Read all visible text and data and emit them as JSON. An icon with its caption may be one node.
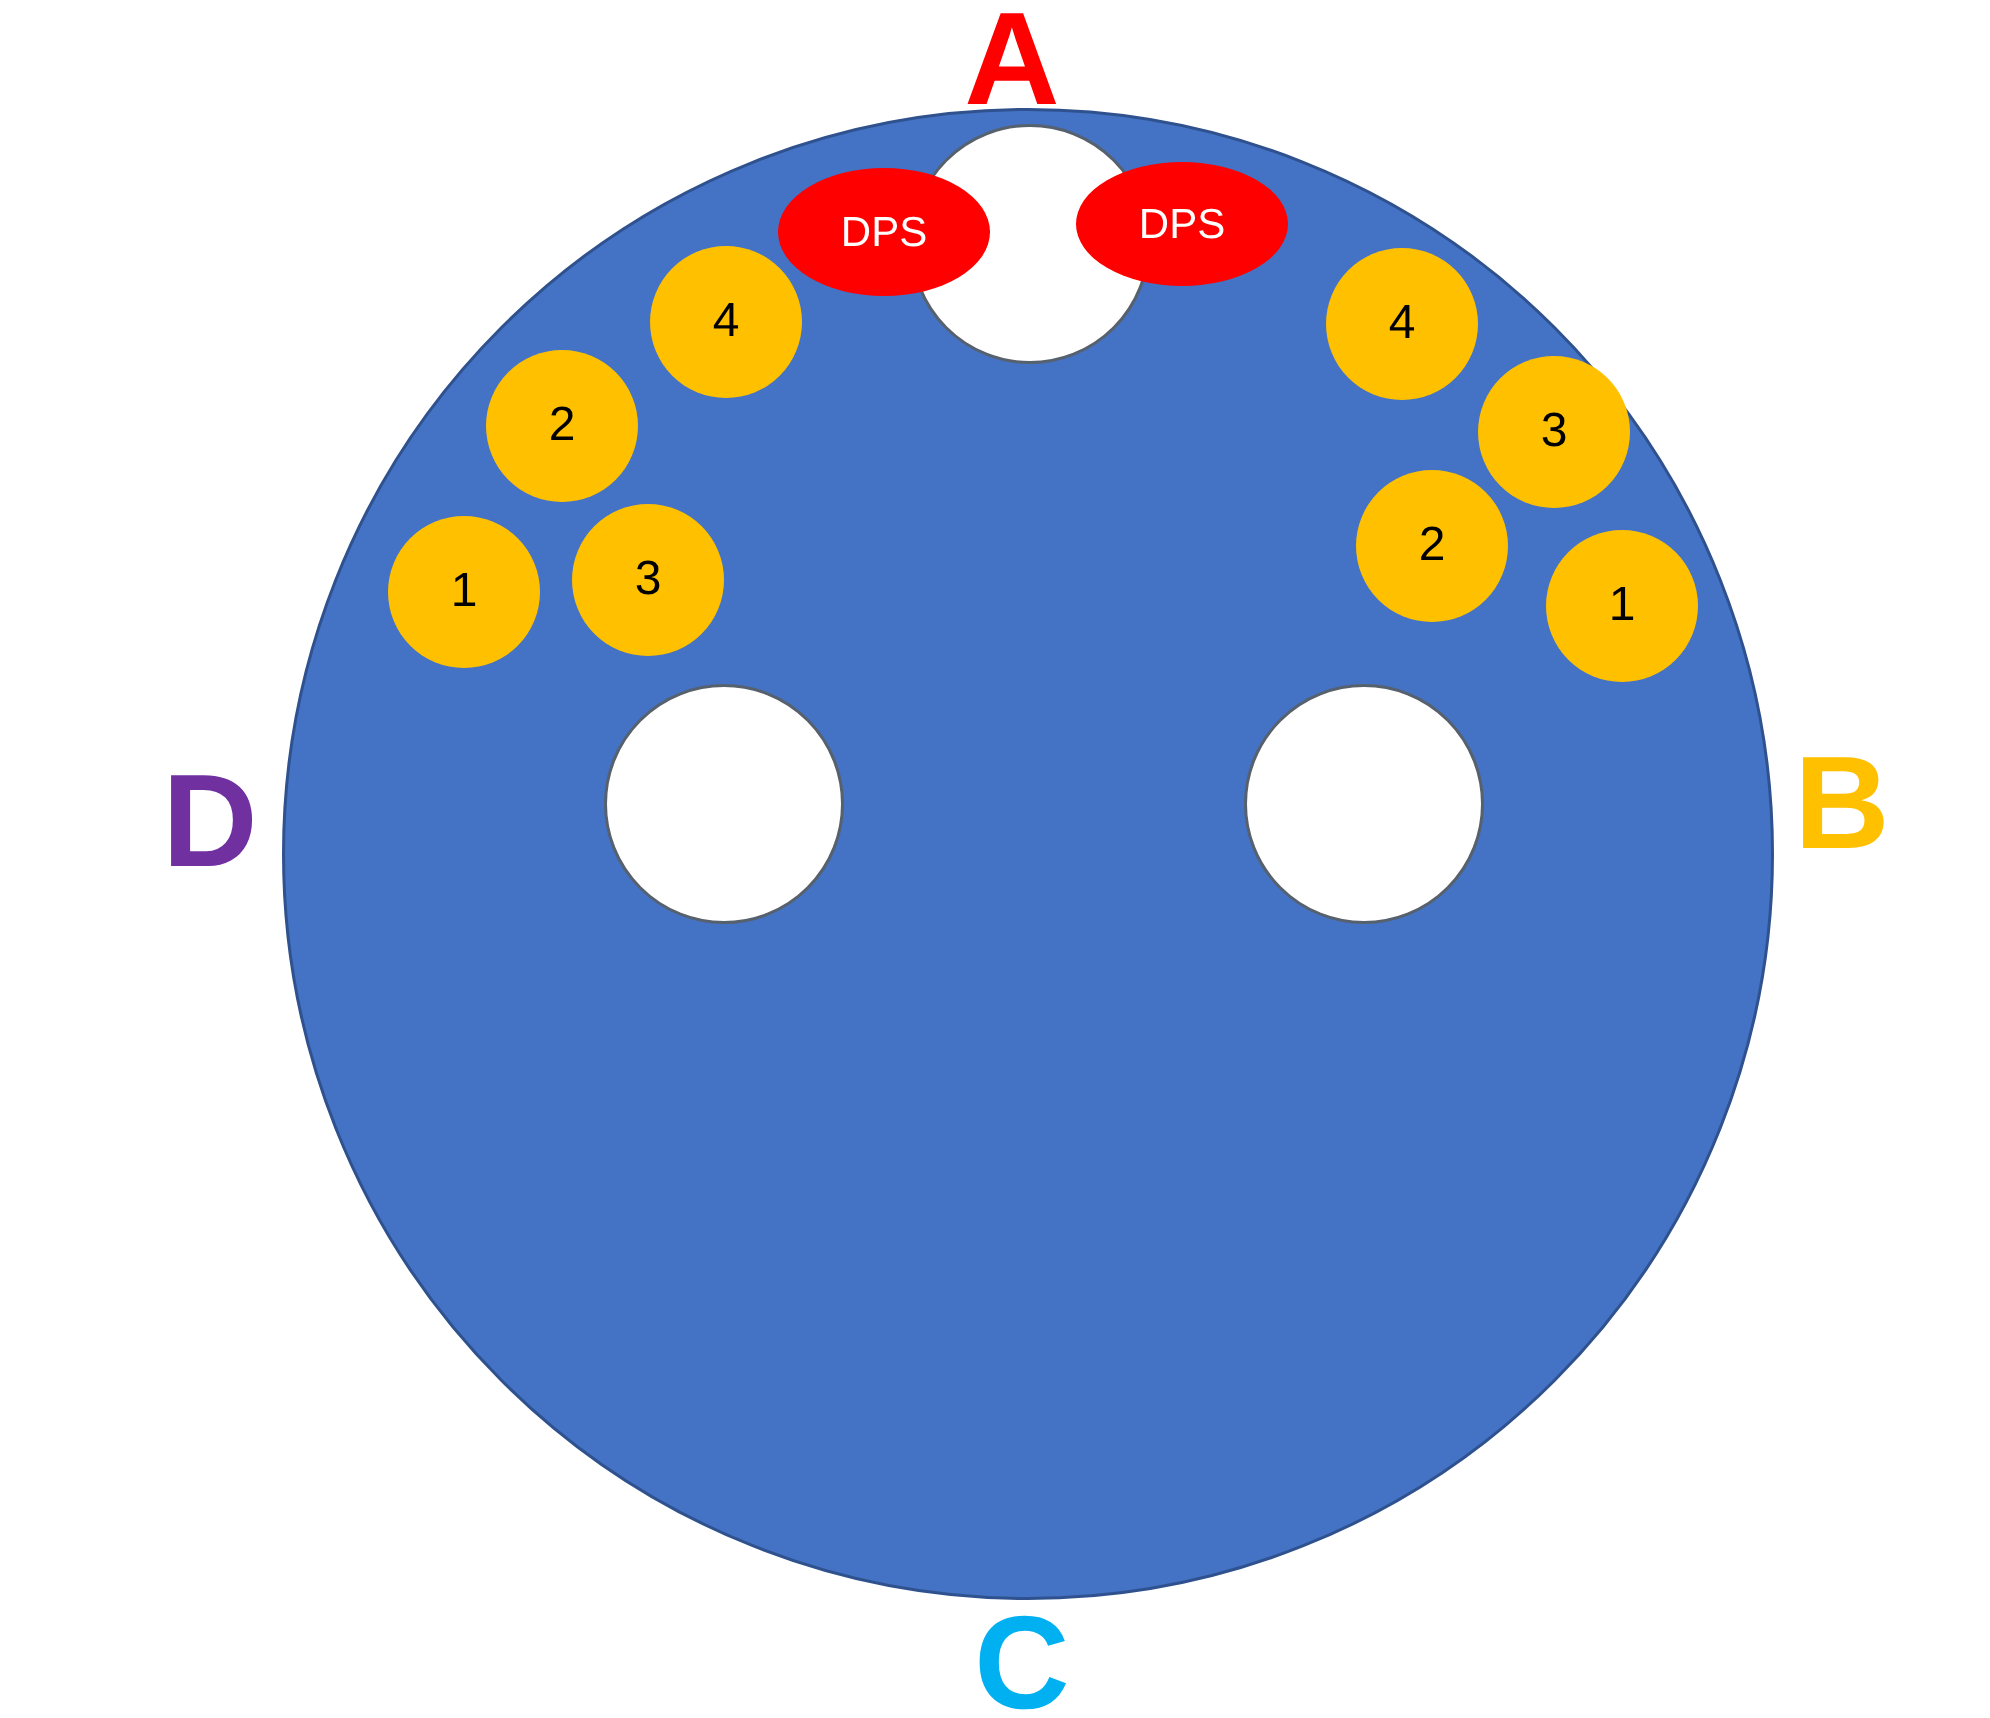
{
  "diagram": {
    "nodes": [
      {
        "text": [],
        "shape": "circle"
      },
      {
        "text": [],
        "shape": "circle",
        "in": 0
      },
      {
        "text": [
          "DPS"
        ],
        "in": 0
      },
      {
        "text": [
          "DPS"
        ],
        "in": 0
      },
      {
        "text": [
          "4"
        ],
        "in": 0
      },
      {
        "text": [
          "4"
        ],
        "in": 0
      },
      {
        "text": [
          "2"
        ],
        "in": 0
      },
      {
        "text": [
          "3"
        ],
        "in": 0
      },
      {
        "text": [
          "2"
        ],
        "in": 0
      },
      {
        "text": [
          "3"
        ],
        "in": 0
      },
      {
        "text": [
          "1"
        ],
        "in": 0
      },
      {
        "text": [
          "1"
        ],
        "in": 0
      },
      {
        "text": [],
        "shape": "circle",
        "in": 0
      },
      {
        "text": [],
        "shape": "circle",
        "in": 0
      }
    ],
    "labels": [
      "A",
      "D",
      "B",
      "C"
    ]
  }
}
